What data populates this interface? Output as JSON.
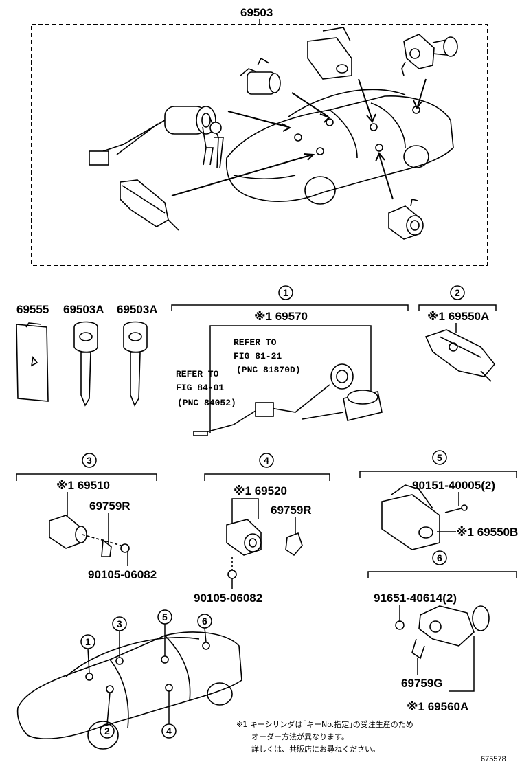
{
  "labels": {
    "assembly": "69503",
    "key_plate": "69555",
    "key1": "69503A",
    "key2": "69503A",
    "ignition_cyl": "※1 69570",
    "glovebox_lock": "※1 69550A",
    "door_lock_set3": "※1 69510",
    "spring3": "69759R",
    "screw3": "90105-06082",
    "door_lock_set4": "※1 69520",
    "spring4": "69759R",
    "screw4": "90105-06082",
    "screw5": "90151-40005(2)",
    "glovebox5": "※1 69550B",
    "screw6": "91651-40614(2)",
    "spring6": "69759G",
    "trunk6": "※1 69560A"
  },
  "refer": {
    "line1": "REFER TO",
    "line2": "FIG 81-21",
    "line3": "(PNC 81870D)",
    "line4": "REFER TO",
    "line5": "FIG 84-01",
    "line6": "(PNC 84052)"
  },
  "circled": [
    "1",
    "2",
    "3",
    "4",
    "5",
    "6"
  ],
  "footnote": {
    "line1": "※1 キーシリンダは｢キーNo.指定｣の受注生産のため",
    "line2": "オーダー方法が異なります。",
    "line3": "詳しくは、共販店にお尋ねください。"
  },
  "figure_code": "675578"
}
